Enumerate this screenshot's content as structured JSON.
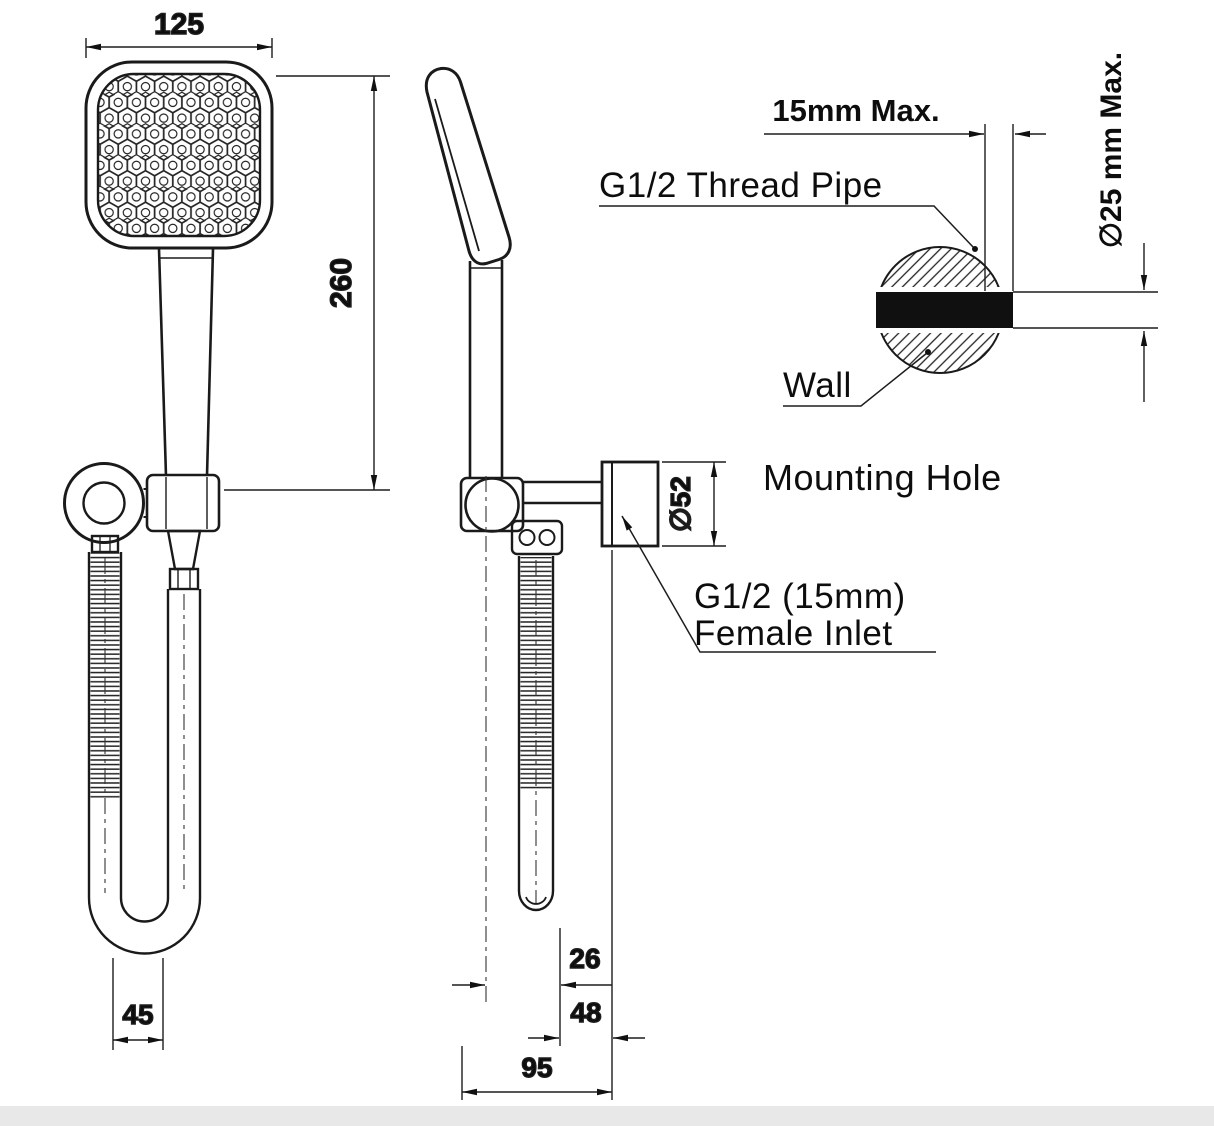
{
  "front_view": {
    "width_dim": "125",
    "height_dim": "260",
    "hose_dim": "45"
  },
  "side_view": {
    "dim_26": "26",
    "dim_48": "48",
    "dim_95": "95",
    "holder_dia_dim": "∅52"
  },
  "wall_detail": {
    "protrusion_dim": "15mm Max.",
    "thread_pipe_label": "G1/2 Thread Pipe",
    "wall_label": "Wall",
    "pipe_dia_dim": "∅25 mm Max.",
    "mounting_hole_label": "Mounting Hole",
    "inlet_label_line1": "G1/2 (15mm)",
    "inlet_label_line2": "Female Inlet"
  },
  "colors": {
    "line": "#1a1a1a",
    "dim_line": "#1d1d1d",
    "text": "#0d0d0d",
    "background": "#ffffff",
    "pipe_fill": "#101010",
    "footer_strip": "#e8e8e8"
  }
}
